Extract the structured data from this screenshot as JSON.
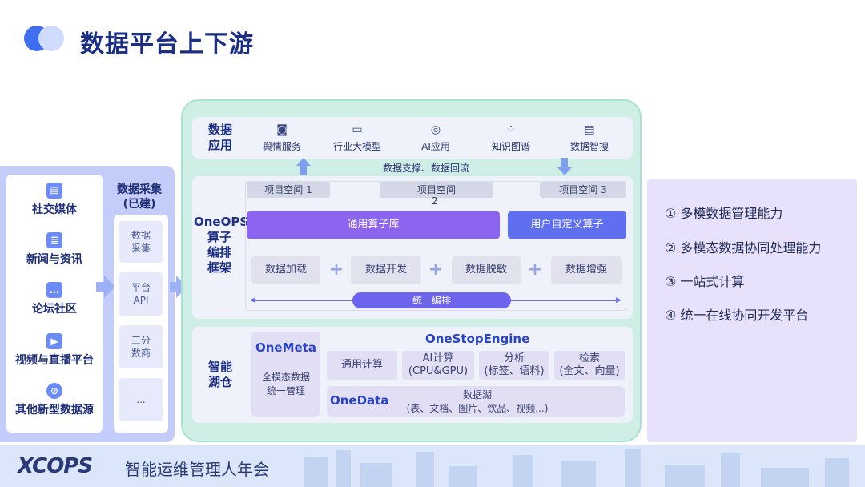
{
  "page_title": "数据平台上下游",
  "sources": {
    "items": [
      {
        "label": "社交媒体",
        "icon": "chat-icon"
      },
      {
        "label": "新闻与资讯",
        "icon": "news-icon"
      },
      {
        "label": "论坛社区",
        "icon": "forum-icon"
      },
      {
        "label": "视频与直播平台",
        "icon": "video-icon"
      },
      {
        "label": "其他新型数据源",
        "icon": "network-icon"
      }
    ]
  },
  "acquisition": {
    "title_line1": "数据采集",
    "title_line2": "(已建)",
    "boxes": [
      {
        "line1": "数据",
        "line2": "采集"
      },
      {
        "line1": "平台",
        "line2": "API"
      },
      {
        "line1": "三分",
        "line2": "数商"
      },
      {
        "line1": "...",
        "line2": ""
      }
    ]
  },
  "data_app": {
    "label_line1": "数据",
    "label_line2": "应用",
    "items": [
      {
        "label": "舆情服务",
        "icon": "monitor-icon"
      },
      {
        "label": "行业大模型",
        "icon": "screen-icon"
      },
      {
        "label": "AI应用",
        "icon": "ai-icon"
      },
      {
        "label": "知识图谱",
        "icon": "graph-icon"
      },
      {
        "label": "数据智搜",
        "icon": "doc-search-icon"
      }
    ]
  },
  "flow_text": "数据支撑、数据回流",
  "oneops": {
    "label_line1": "OneOPS",
    "label_line2": "算子",
    "label_line3": "编排",
    "label_line4": "框架",
    "workspaces": [
      {
        "line1": "项目空间 1",
        "line2": ""
      },
      {
        "line1": "项目空间",
        "line2": "2"
      },
      {
        "line1": "项目空间 3",
        "line2": ""
      }
    ],
    "common_ops": "通用算子库",
    "user_ops": "用户自定义算子",
    "steps": [
      "数据加载",
      "数据开发",
      "数据脱敏",
      "数据增强"
    ],
    "plus": "+",
    "unify": "统一编排"
  },
  "lakehouse": {
    "label_line1": "智能",
    "label_line2": "湖仓",
    "onemeta_title": "OneMeta",
    "onemeta_line1": "全模态数据",
    "onemeta_line2": "统一管理",
    "engine_title": "OneStopEngine",
    "engine_cells": [
      {
        "line1": "通用计算",
        "line2": ""
      },
      {
        "line1": "AI计算",
        "line2": "(CPU&GPU)"
      },
      {
        "line1": "分析",
        "line2": "(标签、语料)"
      },
      {
        "line1": "检索",
        "line2": "(全文、向量)"
      }
    ],
    "onedata_title": "OneData",
    "lake_line1": "数据湖",
    "lake_line2": "(表、文档、图片、饮品、视频...)"
  },
  "capabilities": [
    "① 多模数据管理能力",
    "② 多模态数据协同处理能力",
    "③ 一站式计算",
    "④ 统一在线协同开发平台"
  ],
  "footer": {
    "logo": "XCOPS",
    "text": "智能运维管理人年会"
  },
  "colors": {
    "brand_blue": "#1c2f86",
    "teal_panel": "#cfeee6",
    "purple_op": "#8b64f0",
    "user_op": "#5f6ff0",
    "capability_bg": "#e7e1fb"
  }
}
